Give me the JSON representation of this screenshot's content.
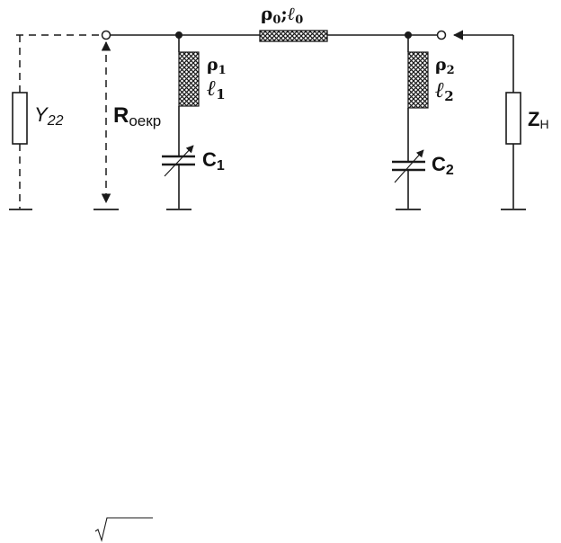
{
  "labels": {
    "y22": "Y",
    "y22_sub": "22",
    "r_main": "R",
    "r_sub": "оекр",
    "rho0": "ρ",
    "rho0_sub": "0",
    "sep": ";",
    "l0": "ℓ",
    "l0_sub": "0",
    "rho1": "ρ",
    "rho1_sub": "1",
    "l1": "ℓ",
    "l1_sub": "1",
    "c1": "C",
    "c1_sub": "1",
    "rho2": "ρ",
    "rho2_sub": "2",
    "l2": "ℓ",
    "l2_sub": "2",
    "c2": "C",
    "c2_sub": "2",
    "zn": "Z",
    "zn_sub": "Н"
  },
  "colors": {
    "ink": "#1a1a1a",
    "background": "#ffffff"
  }
}
